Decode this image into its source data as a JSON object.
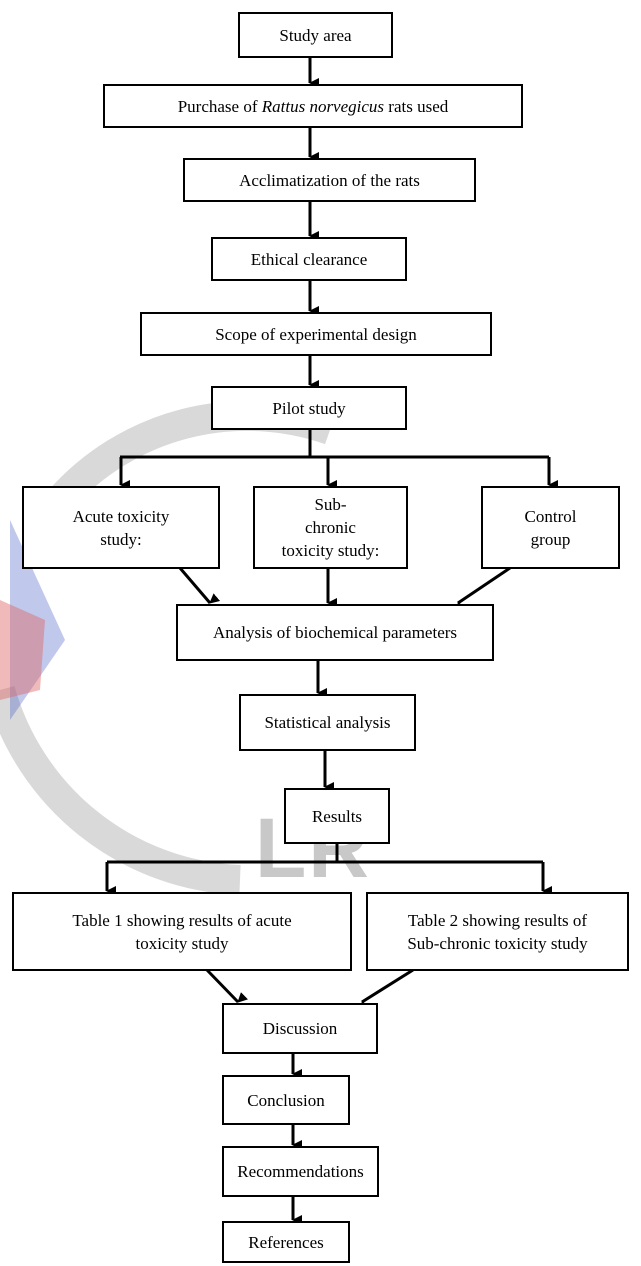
{
  "watermark": {
    "text": "LR",
    "color": "#bdbdbd",
    "accent_red": "#e06666",
    "accent_blue": "#4a62c9"
  },
  "boxes": {
    "study_area": "Study area",
    "purchase_prefix": "Purchase of ",
    "purchase_italic": "Rattus norvegicus",
    "purchase_suffix": " rats used",
    "acclimatization": "Acclimatization of the  rats",
    "ethical": "Ethical clearance",
    "scope": "Scope of experimental design",
    "pilot": "Pilot study",
    "acute_l1": "Acute toxicity",
    "acute_l2": "study:",
    "subchronic_l1": "Sub-",
    "subchronic_l2": "chronic",
    "subchronic_l3": "toxicity study:",
    "control_l1": "Control",
    "control_l2": "group",
    "analysis": "Analysis of biochemical parameters",
    "statistical": "Statistical analysis",
    "results": "Results",
    "table1_l1": "Table 1 showing results of acute",
    "table1_l2": "toxicity study",
    "table2_l1": "Table 2 showing results of",
    "table2_l2": "Sub-chronic toxicity study",
    "discussion": "Discussion",
    "conclusion": "Conclusion",
    "recommendations": "Recommendations",
    "references": "References"
  }
}
